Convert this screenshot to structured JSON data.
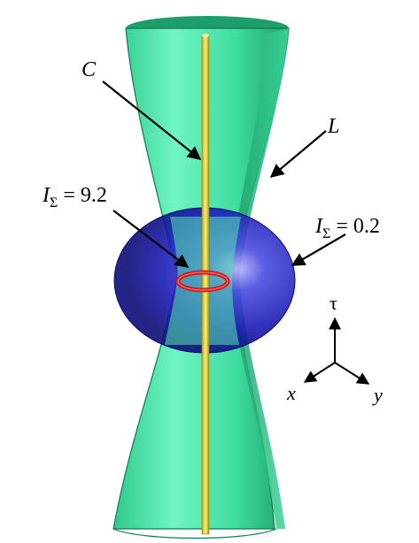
{
  "labels": {
    "curve": "C",
    "surface": "L",
    "inner_value": "I",
    "inner_sub": "Σ",
    "inner_rest": " = 9.2",
    "outer_value": "I",
    "outer_sub": "Σ",
    "outer_rest": " = 0.2"
  },
  "axes": {
    "tau": "τ",
    "x": "x",
    "y": "y"
  },
  "colors": {
    "tube_light": "#5ef0b8",
    "tube_dark": "#1fa873",
    "sphere": "#1c1ca8",
    "rod": "#e8d84a",
    "ring": "#e02020",
    "background": "#ffffff"
  }
}
